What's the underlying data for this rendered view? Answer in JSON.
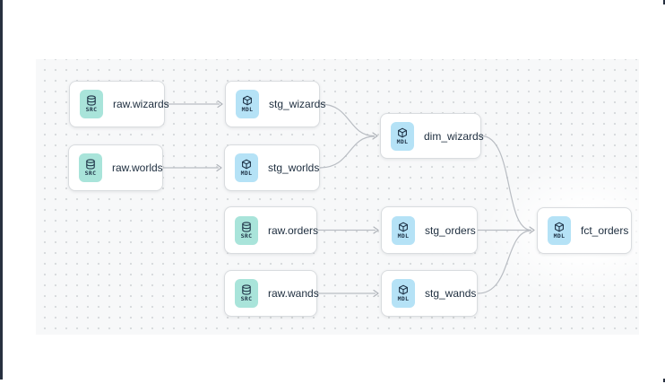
{
  "diagram": {
    "type": "data-pipeline-lineage-dag",
    "nodes": [
      {
        "id": "raw_wizards",
        "label": "raw.wizards",
        "badge": "SRC",
        "icon": "database"
      },
      {
        "id": "stg_wizards",
        "label": "stg_wizards",
        "badge": "MDL",
        "icon": "cube"
      },
      {
        "id": "raw_worlds",
        "label": "raw.worlds",
        "badge": "SRC",
        "icon": "database"
      },
      {
        "id": "stg_worlds",
        "label": "stg_worlds",
        "badge": "MDL",
        "icon": "cube"
      },
      {
        "id": "dim_wizards",
        "label": "dim_wizards",
        "badge": "MDL",
        "icon": "cube"
      },
      {
        "id": "raw_orders",
        "label": "raw.orders",
        "badge": "SRC",
        "icon": "database"
      },
      {
        "id": "stg_orders",
        "label": "stg_orders",
        "badge": "MDL",
        "icon": "cube"
      },
      {
        "id": "raw_wands",
        "label": "raw.wands",
        "badge": "SRC",
        "icon": "database"
      },
      {
        "id": "stg_wands",
        "label": "stg_wands",
        "badge": "MDL",
        "icon": "cube"
      },
      {
        "id": "fct_orders",
        "label": "fct_orders",
        "badge": "MDL",
        "icon": "cube"
      }
    ],
    "edges": [
      {
        "source": "raw.wizards",
        "target": "stg_wizards"
      },
      {
        "source": "raw.worlds",
        "target": "stg_worlds"
      },
      {
        "source": "stg_wizards",
        "target": "dim_wizards"
      },
      {
        "source": "stg_worlds",
        "target": "dim_wizards"
      },
      {
        "source": "raw.orders",
        "target": "stg_orders"
      },
      {
        "source": "raw.wands",
        "target": "stg_wands"
      },
      {
        "source": "dim_wizards",
        "target": "fct_orders"
      },
      {
        "source": "stg_orders",
        "target": "fct_orders"
      },
      {
        "source": "stg_wands",
        "target": "fct_orders"
      }
    ],
    "colors": {
      "src_badge": "#a9e4da",
      "mdl_badge": "#b5e2f6",
      "edge": "#b9bdc3",
      "node_border": "#d9dcdf",
      "canvas_bg": "#f7f8f9",
      "label_text": "#1d2d3e"
    }
  }
}
